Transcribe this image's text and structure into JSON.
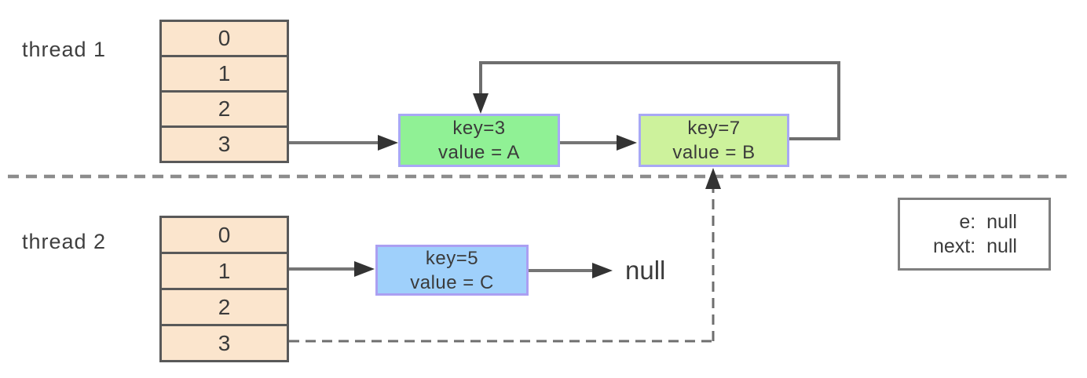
{
  "threads": [
    {
      "label": "thread 1"
    },
    {
      "label": "thread 2"
    }
  ],
  "array1": {
    "cells": [
      "0",
      "1",
      "2",
      "3"
    ]
  },
  "array2": {
    "cells": [
      "0",
      "1",
      "2",
      "3"
    ]
  },
  "nodes": [
    {
      "id": "key3",
      "key_line": "key=3",
      "value_line": "value = A",
      "fill": "#90f195",
      "border": "#a8a8f5"
    },
    {
      "id": "key7",
      "key_line": "key=7",
      "value_line": "value = B",
      "fill": "#cdf29c",
      "border": "#a8a8f5"
    },
    {
      "id": "key5",
      "key_line": "key=5",
      "value_line": "value = C",
      "fill": "#9fd0fb",
      "border": "#ab9ff2"
    }
  ],
  "null_label": "null",
  "info_box": {
    "line1": "e:  null",
    "line2": "next:  null"
  },
  "colors": {
    "array_fill": "#fbe5cd",
    "array_border": "#595959",
    "line_gray": "#757575",
    "separator_gray": "#8c8c8c",
    "arrowhead": "#333333",
    "text": "#3b3b3b"
  }
}
